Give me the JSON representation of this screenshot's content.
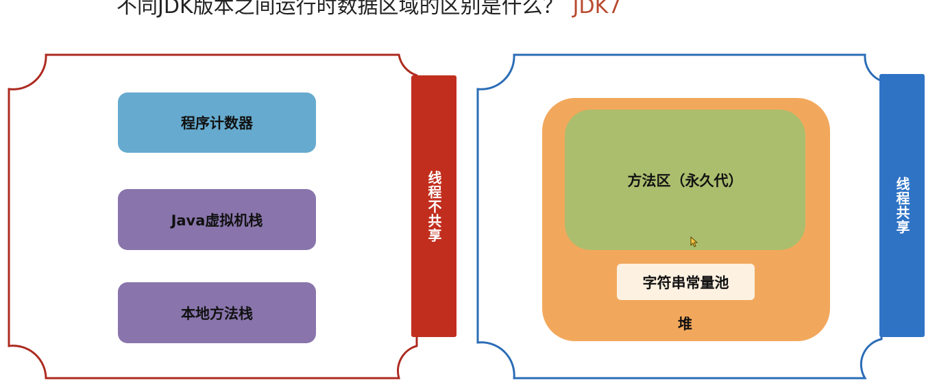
{
  "title": {
    "question": "不同JDK版本之间运行时数据区域的区别是什么？",
    "version": "JDK7"
  },
  "left_panel": {
    "boxes": [
      {
        "label": "程序计数器",
        "color": "#66abcf"
      },
      {
        "label": "Java虚拟机栈",
        "color": "#8975ac"
      },
      {
        "label": "本地方法栈",
        "color": "#8975ac"
      }
    ],
    "side_label": "线程不共享",
    "border_color": "#ad2a1f",
    "side_color": "#c12e1e"
  },
  "right_panel": {
    "method_area": {
      "label": "方法区（永久代）",
      "color": "#abbe6e"
    },
    "string_pool": {
      "label": "字符串常量池",
      "color": "#fdf1e2"
    },
    "heap": {
      "label": "堆",
      "color": "#f2a85c"
    },
    "side_label": "线程共享",
    "border_color": "#2a6cb6",
    "side_color": "#2f73c5"
  }
}
